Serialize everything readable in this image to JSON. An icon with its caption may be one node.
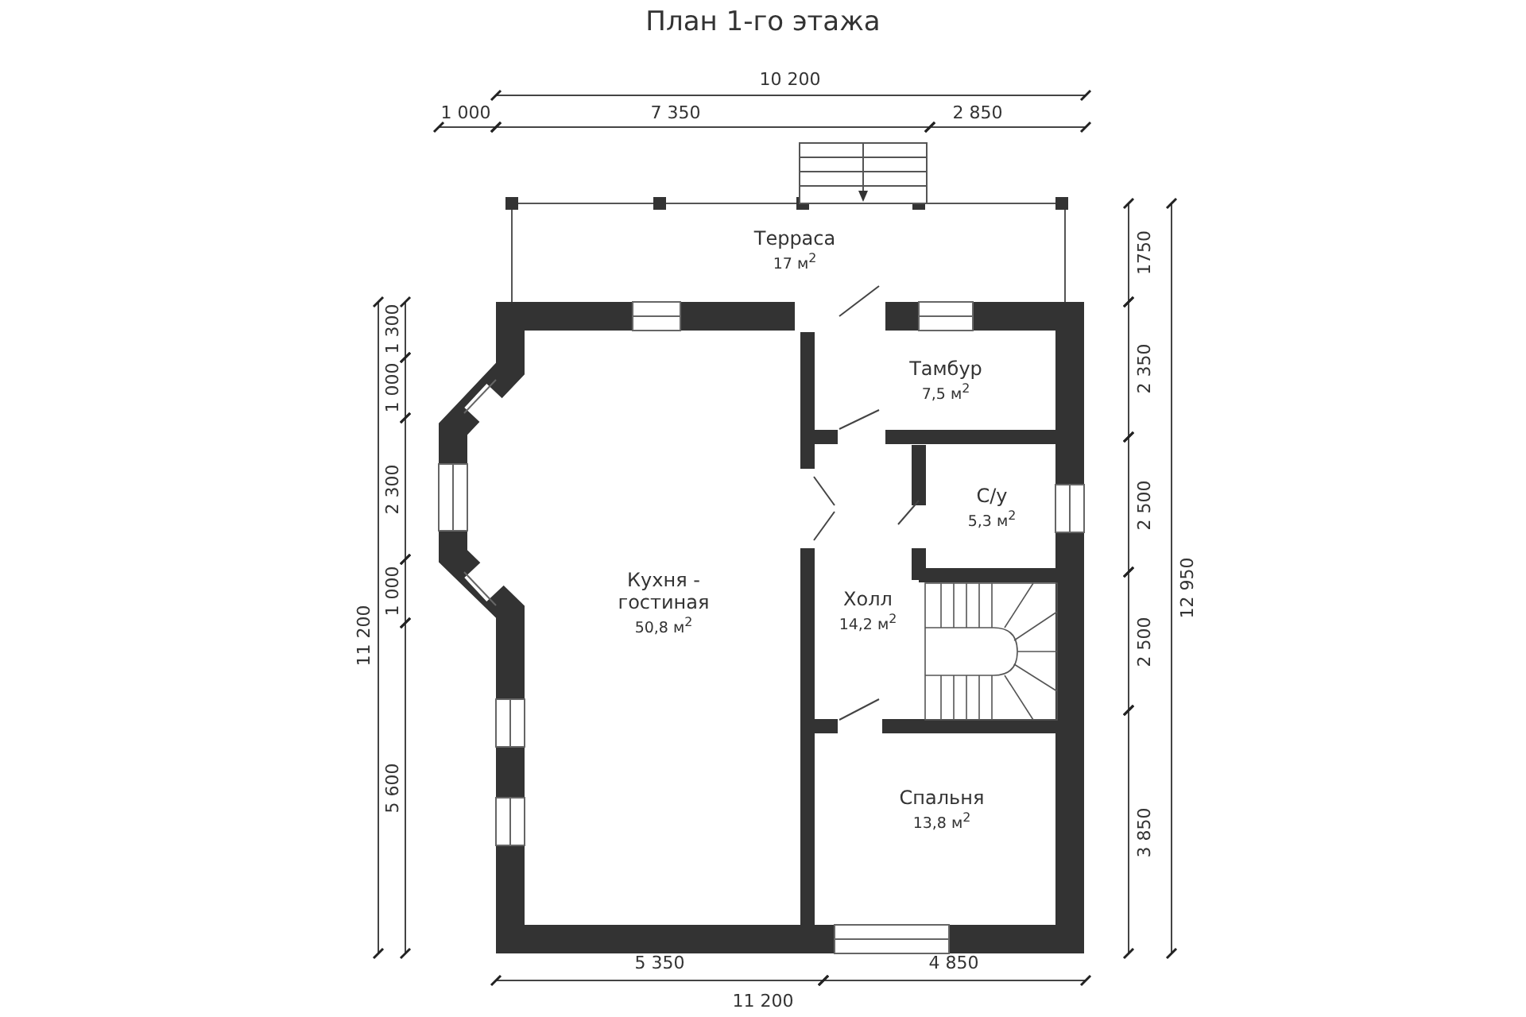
{
  "diagram": {
    "title": "План 1-го этажа",
    "nodes": [
      {
        "text": [
          "Терраса",
          "17 м$^{2}$"
        ]
      },
      {
        "text": [
          "Тамбур",
          "7,5 м$^{2}$"
        ]
      },
      {
        "text": [
          "Кухня - гостиная",
          "50,8 м$^{2}$"
        ]
      },
      {
        "text": [
          "С/у",
          "5,3 м$^{2}$"
        ]
      },
      {
        "text": [
          "Холл",
          "14,2 м$^{2}$"
        ]
      },
      {
        "text": [
          "Спальня",
          "13,8 м$^{2}$"
        ]
      }
    ],
    "labels": [
      "10 200",
      "1 000",
      "7 350",
      "2 850",
      "1 300",
      "1 000",
      "2 300",
      "1 000",
      "5 600",
      "11 200",
      "1750",
      "2 350",
      "2 500",
      "2 500",
      "3 850",
      "12 950",
      "5 350",
      "4 850",
      "11 200"
    ]
  }
}
